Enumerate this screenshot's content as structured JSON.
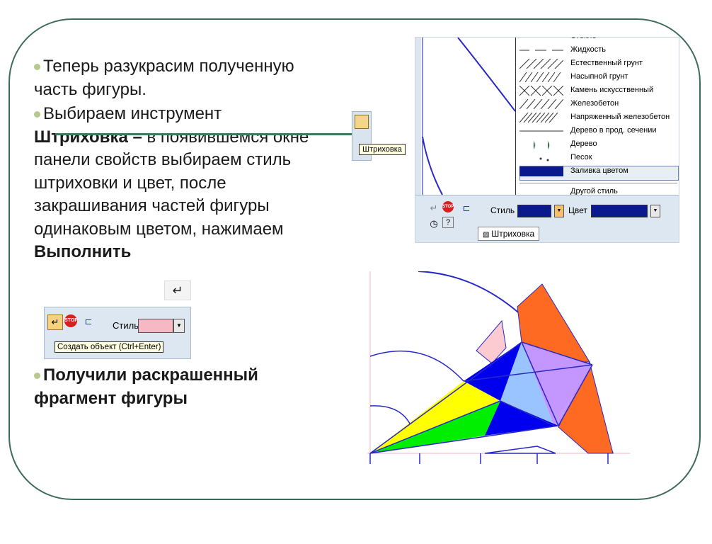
{
  "bullets": {
    "b1": "Теперь разукрасим полученную часть фигуры.",
    "b2_prefix": "Выбираем инструмент ",
    "b2_strong": "Штриховка –",
    "b2_suffix": " в появившемся окне панели свойств выбираем стиль штриховки и цвет, после закрашивания частей фигуры одинаковым цветом, нажимаем ",
    "b2_action": "Выполнить",
    "b3": "Получили раскрашенный фрагмент фигуры"
  },
  "tooltips": {
    "hatch": "Штриховка",
    "create": "Создать объект (Ctrl+Enter)"
  },
  "toolbar": {
    "style_label": "Стиль",
    "color_label": "Цвет",
    "tab_label": "Штриховка",
    "stop_label": "STOP"
  },
  "hatch_styles": [
    {
      "label": "Стекло"
    },
    {
      "label": "Жидкость"
    },
    {
      "label": "Естественный грунт"
    },
    {
      "label": "Насыпной грунт"
    },
    {
      "label": "Камень искусственный"
    },
    {
      "label": "Железобетон"
    },
    {
      "label": "Напряженный железобетон"
    },
    {
      "label": "Дерево в прод. сечении"
    },
    {
      "label": "Дерево"
    },
    {
      "label": "Песок"
    },
    {
      "label": "Заливка цветом"
    }
  ],
  "other_style": "Другой стиль",
  "colors": {
    "frame": "#3d6b5a",
    "bullet": "#b8c98e",
    "fill_dark_blue": "#0a1a8c",
    "fill_pink": "#f6b9c4"
  }
}
